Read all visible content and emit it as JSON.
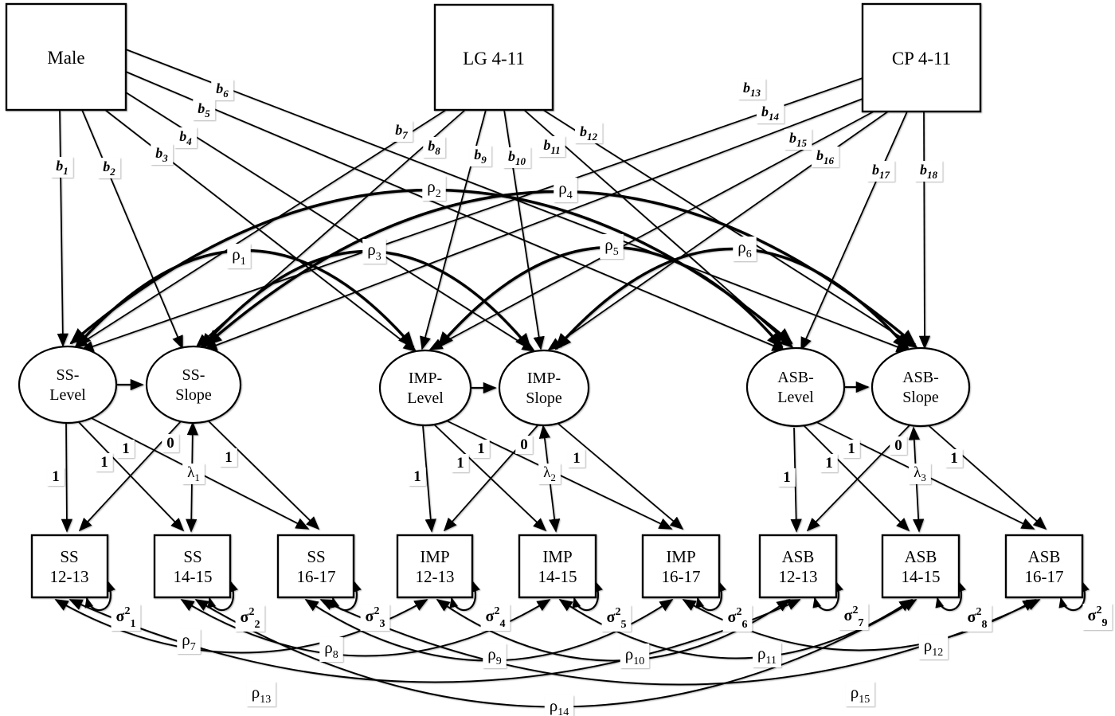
{
  "predictors": [
    {
      "label": "Male"
    },
    {
      "label": "LG 4-11"
    },
    {
      "label": "CP 4-11"
    }
  ],
  "latents": [
    {
      "line1": "SS-",
      "line2": "Level"
    },
    {
      "line1": "SS-",
      "line2": "Slope"
    },
    {
      "line1": "IMP-",
      "line2": "Level"
    },
    {
      "line1": "IMP-",
      "line2": "Slope"
    },
    {
      "line1": "ASB-",
      "line2": "Level"
    },
    {
      "line1": "ASB-",
      "line2": "Slope"
    }
  ],
  "observed": [
    {
      "line1": "SS",
      "line2": "12-13"
    },
    {
      "line1": "SS",
      "line2": "14-15"
    },
    {
      "line1": "SS",
      "line2": "16-17"
    },
    {
      "line1": "IMP",
      "line2": "12-13"
    },
    {
      "line1": "IMP",
      "line2": "14-15"
    },
    {
      "line1": "IMP",
      "line2": "16-17"
    },
    {
      "line1": "ASB",
      "line2": "12-13"
    },
    {
      "line1": "ASB",
      "line2": "14-15"
    },
    {
      "line1": "ASB",
      "line2": "16-17"
    }
  ],
  "b": [
    {
      "m": "b",
      "s": "1"
    },
    {
      "m": "b",
      "s": "2"
    },
    {
      "m": "b",
      "s": "3"
    },
    {
      "m": "b",
      "s": "4"
    },
    {
      "m": "b",
      "s": "5"
    },
    {
      "m": "b",
      "s": "6"
    },
    {
      "m": "b",
      "s": "7"
    },
    {
      "m": "b",
      "s": "8"
    },
    {
      "m": "b",
      "s": "9"
    },
    {
      "m": "b",
      "s": "10"
    },
    {
      "m": "b",
      "s": "11"
    },
    {
      "m": "b",
      "s": "12"
    },
    {
      "m": "b",
      "s": "13"
    },
    {
      "m": "b",
      "s": "14"
    },
    {
      "m": "b",
      "s": "15"
    },
    {
      "m": "b",
      "s": "16"
    },
    {
      "m": "b",
      "s": "17"
    },
    {
      "m": "b",
      "s": "18"
    }
  ],
  "rho": [
    {
      "m": "ρ",
      "s": "1"
    },
    {
      "m": "ρ",
      "s": "2"
    },
    {
      "m": "ρ",
      "s": "3"
    },
    {
      "m": "ρ",
      "s": "4"
    },
    {
      "m": "ρ",
      "s": "5"
    },
    {
      "m": "ρ",
      "s": "6"
    },
    {
      "m": "ρ",
      "s": "7"
    },
    {
      "m": "ρ",
      "s": "8"
    },
    {
      "m": "ρ",
      "s": "9"
    },
    {
      "m": "ρ",
      "s": "10"
    },
    {
      "m": "ρ",
      "s": "11"
    },
    {
      "m": "ρ",
      "s": "12"
    },
    {
      "m": "ρ",
      "s": "13"
    },
    {
      "m": "ρ",
      "s": "14"
    },
    {
      "m": "ρ",
      "s": "15"
    }
  ],
  "sigma": [
    {
      "m": "σ",
      "sup": "2",
      "s": "1"
    },
    {
      "m": "σ",
      "sup": "2",
      "s": "2"
    },
    {
      "m": "σ",
      "sup": "2",
      "s": "3"
    },
    {
      "m": "σ",
      "sup": "2",
      "s": "4"
    },
    {
      "m": "σ",
      "sup": "2",
      "s": "5"
    },
    {
      "m": "σ",
      "sup": "2",
      "s": "6"
    },
    {
      "m": "σ",
      "sup": "2",
      "s": "7"
    },
    {
      "m": "σ",
      "sup": "2",
      "s": "8"
    },
    {
      "m": "σ",
      "sup": "2",
      "s": "9"
    }
  ],
  "lambda": [
    {
      "m": "λ",
      "s": "1"
    },
    {
      "m": "λ",
      "s": "2"
    },
    {
      "m": "λ",
      "s": "3"
    }
  ],
  "loadings": {
    "level_labels": [
      "1",
      "1",
      "1"
    ],
    "slope_zero": "0",
    "slope_one": "1"
  }
}
